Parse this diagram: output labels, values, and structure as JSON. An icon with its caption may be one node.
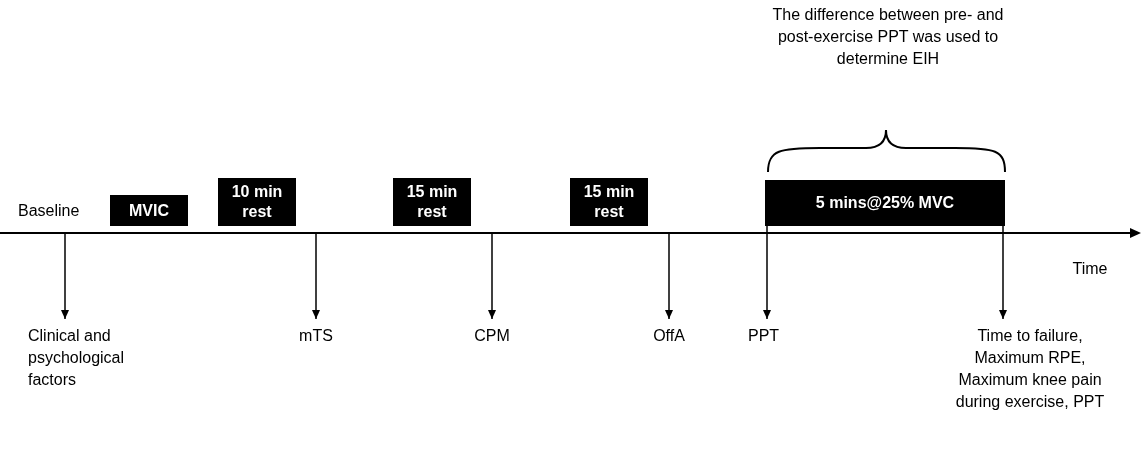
{
  "diagram": {
    "nodes": [
      {
        "text": [
          "MVIC"
        ]
      },
      {
        "text": [
          "10 min rest"
        ]
      },
      {
        "text": [
          "15 min rest"
        ]
      },
      {
        "text": [
          "15 min rest"
        ]
      },
      {
        "text": [
          "5 mins@25% MVC"
        ]
      },
      {
        "text": [
          "Clinical and psychological factors"
        ]
      },
      {
        "text": [
          "mTS"
        ]
      },
      {
        "text": [
          "CPM"
        ]
      },
      {
        "text": [
          "OffA"
        ]
      },
      {
        "text": [
          "PPT"
        ]
      },
      {
        "text": [
          "Time to failure, Maximum RPE, Maximum knee pain during exercise, PPT"
        ]
      }
    ],
    "edges": [
      {
        "from": null,
        "to": 5,
        "arrow": "to"
      },
      {
        "from": null,
        "to": 6,
        "arrow": "to"
      },
      {
        "from": null,
        "to": 7,
        "arrow": "to"
      },
      {
        "from": null,
        "to": 8,
        "arrow": "to"
      },
      {
        "from": 4,
        "to": 9,
        "arrow": "to"
      },
      {
        "from": 4,
        "to": 10,
        "arrow": "to"
      }
    ],
    "labels": [
      "The difference between pre- and post-exercise PPT was used to determine EIH",
      "Baseline",
      "Time"
    ]
  }
}
